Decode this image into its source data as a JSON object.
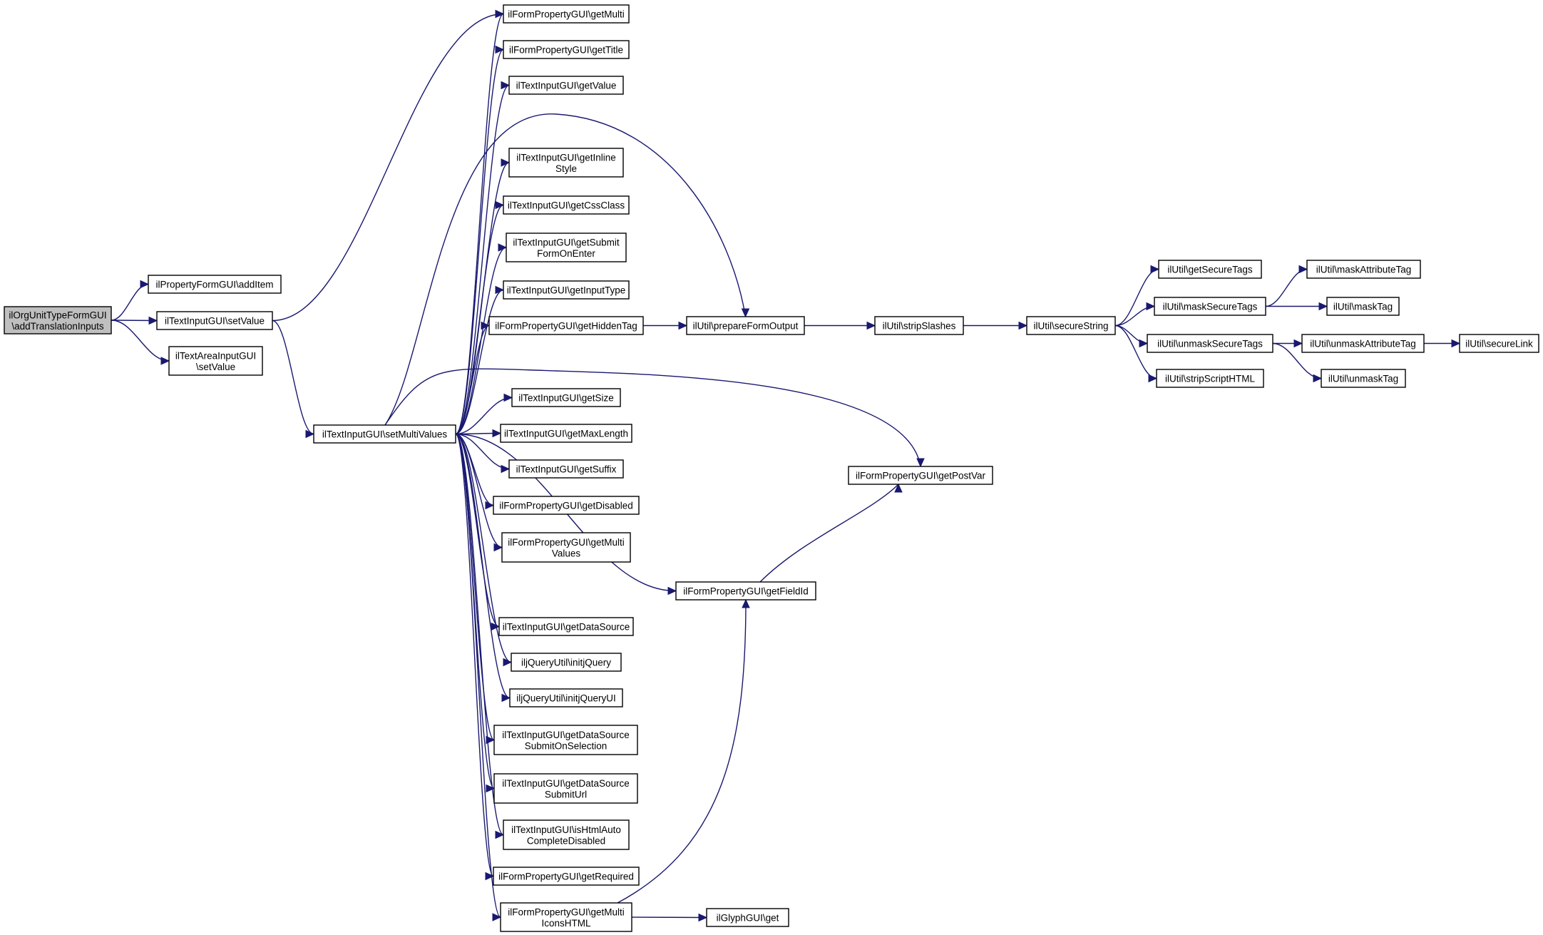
{
  "nodes": [
    {
      "id": "root",
      "lines": [
        "ilOrgUnitTypeFormGUI",
        "\\addTranslationInputs"
      ],
      "root": true
    },
    {
      "id": "addItem",
      "lines": [
        "ilPropertyFormGUI\\addItem"
      ]
    },
    {
      "id": "setValue",
      "lines": [
        "ilTextInputGUI\\setValue"
      ]
    },
    {
      "id": "taSetValue",
      "lines": [
        "ilTextAreaInputGUI",
        "\\setValue"
      ]
    },
    {
      "id": "setMultiValues",
      "lines": [
        "ilTextInputGUI\\setMultiValues"
      ]
    },
    {
      "id": "getMulti",
      "lines": [
        "ilFormPropertyGUI\\getMulti"
      ]
    },
    {
      "id": "getTitle",
      "lines": [
        "ilFormPropertyGUI\\getTitle"
      ]
    },
    {
      "id": "getValue",
      "lines": [
        "ilTextInputGUI\\getValue"
      ]
    },
    {
      "id": "getInlineStyle",
      "lines": [
        "ilTextInputGUI\\getInline",
        "Style"
      ]
    },
    {
      "id": "getCssClass",
      "lines": [
        "ilTextInputGUI\\getCssClass"
      ]
    },
    {
      "id": "getSubmitFormOnEnter",
      "lines": [
        "ilTextInputGUI\\getSubmit",
        "FormOnEnter"
      ]
    },
    {
      "id": "getInputType",
      "lines": [
        "ilTextInputGUI\\getInputType"
      ]
    },
    {
      "id": "getHiddenTag",
      "lines": [
        "ilFormPropertyGUI\\getHiddenTag"
      ]
    },
    {
      "id": "prepareFormOutput",
      "lines": [
        "ilUtil\\prepareFormOutput"
      ]
    },
    {
      "id": "stripSlashes",
      "lines": [
        "ilUtil\\stripSlashes"
      ]
    },
    {
      "id": "secureString",
      "lines": [
        "ilUtil\\secureString"
      ]
    },
    {
      "id": "getSecureTags",
      "lines": [
        "ilUtil\\getSecureTags"
      ]
    },
    {
      "id": "maskSecureTags",
      "lines": [
        "ilUtil\\maskSecureTags"
      ]
    },
    {
      "id": "unmaskSecureTags",
      "lines": [
        "ilUtil\\unmaskSecureTags"
      ]
    },
    {
      "id": "stripScriptHTML",
      "lines": [
        "ilUtil\\stripScriptHTML"
      ]
    },
    {
      "id": "maskAttributeTag",
      "lines": [
        "ilUtil\\maskAttributeTag"
      ]
    },
    {
      "id": "maskTag",
      "lines": [
        "ilUtil\\maskTag"
      ]
    },
    {
      "id": "unmaskAttributeTag",
      "lines": [
        "ilUtil\\unmaskAttributeTag"
      ]
    },
    {
      "id": "unmaskTag",
      "lines": [
        "ilUtil\\unmaskTag"
      ]
    },
    {
      "id": "secureLink",
      "lines": [
        "ilUtil\\secureLink"
      ]
    },
    {
      "id": "getSize",
      "lines": [
        "ilTextInputGUI\\getSize"
      ]
    },
    {
      "id": "getMaxLength",
      "lines": [
        "ilTextInputGUI\\getMaxLength"
      ]
    },
    {
      "id": "getSuffix",
      "lines": [
        "ilTextInputGUI\\getSuffix"
      ]
    },
    {
      "id": "getPostVar",
      "lines": [
        "ilFormPropertyGUI\\getPostVar"
      ]
    },
    {
      "id": "getDisabled",
      "lines": [
        "ilFormPropertyGUI\\getDisabled"
      ]
    },
    {
      "id": "getMultiValues",
      "lines": [
        "ilFormPropertyGUI\\getMulti",
        "Values"
      ]
    },
    {
      "id": "getFieldId",
      "lines": [
        "ilFormPropertyGUI\\getFieldId"
      ]
    },
    {
      "id": "getDataSource",
      "lines": [
        "ilTextInputGUI\\getDataSource"
      ]
    },
    {
      "id": "initjQuery",
      "lines": [
        "iljQueryUtil\\initjQuery"
      ]
    },
    {
      "id": "initjQueryUI",
      "lines": [
        "iljQueryUtil\\initjQueryUI"
      ]
    },
    {
      "id": "getDataSourceSubmitOnSelection",
      "lines": [
        "ilTextInputGUI\\getDataSource",
        "SubmitOnSelection"
      ]
    },
    {
      "id": "getDataSourceSubmitUrl",
      "lines": [
        "ilTextInputGUI\\getDataSource",
        "SubmitUrl"
      ]
    },
    {
      "id": "isHtmlAutoCompleteDisabled",
      "lines": [
        "ilTextInputGUI\\isHtmlAuto",
        "CompleteDisabled"
      ]
    },
    {
      "id": "getRequired",
      "lines": [
        "ilFormPropertyGUI\\getRequired"
      ]
    },
    {
      "id": "getMultiIconsHTML",
      "lines": [
        "ilFormPropertyGUI\\getMulti",
        "IconsHTML"
      ]
    },
    {
      "id": "glyphGet",
      "lines": [
        "ilGlyphGUI\\get"
      ]
    }
  ],
  "edges": [
    [
      "root",
      "addItem"
    ],
    [
      "root",
      "setValue"
    ],
    [
      "root",
      "taSetValue"
    ],
    [
      "setValue",
      "getMulti"
    ],
    [
      "setValue",
      "setMultiValues"
    ],
    [
      "setMultiValues",
      "getMulti"
    ],
    [
      "setMultiValues",
      "getTitle"
    ],
    [
      "setMultiValues",
      "getValue"
    ],
    [
      "setMultiValues",
      "prepareFormOutput"
    ],
    [
      "setMultiValues",
      "getInlineStyle"
    ],
    [
      "setMultiValues",
      "getCssClass"
    ],
    [
      "setMultiValues",
      "getSubmitFormOnEnter"
    ],
    [
      "setMultiValues",
      "getInputType"
    ],
    [
      "setMultiValues",
      "getHiddenTag"
    ],
    [
      "setMultiValues",
      "getPostVar"
    ],
    [
      "setMultiValues",
      "getSize"
    ],
    [
      "setMultiValues",
      "getMaxLength"
    ],
    [
      "setMultiValues",
      "getSuffix"
    ],
    [
      "setMultiValues",
      "getDisabled"
    ],
    [
      "setMultiValues",
      "getMultiValues"
    ],
    [
      "setMultiValues",
      "getFieldId"
    ],
    [
      "setMultiValues",
      "getDataSource"
    ],
    [
      "setMultiValues",
      "initjQuery"
    ],
    [
      "setMultiValues",
      "initjQueryUI"
    ],
    [
      "setMultiValues",
      "getDataSourceSubmitOnSelection"
    ],
    [
      "setMultiValues",
      "getDataSourceSubmitUrl"
    ],
    [
      "setMultiValues",
      "isHtmlAutoCompleteDisabled"
    ],
    [
      "setMultiValues",
      "getRequired"
    ],
    [
      "setMultiValues",
      "getMultiIconsHTML"
    ],
    [
      "getHiddenTag",
      "prepareFormOutput"
    ],
    [
      "prepareFormOutput",
      "stripSlashes"
    ],
    [
      "stripSlashes",
      "secureString"
    ],
    [
      "secureString",
      "getSecureTags"
    ],
    [
      "secureString",
      "maskSecureTags"
    ],
    [
      "secureString",
      "unmaskSecureTags"
    ],
    [
      "secureString",
      "stripScriptHTML"
    ],
    [
      "maskSecureTags",
      "maskAttributeTag"
    ],
    [
      "maskSecureTags",
      "maskTag"
    ],
    [
      "unmaskSecureTags",
      "unmaskAttributeTag"
    ],
    [
      "unmaskSecureTags",
      "unmaskTag"
    ],
    [
      "unmaskAttributeTag",
      "secureLink"
    ],
    [
      "getFieldId",
      "getPostVar"
    ],
    [
      "getMultiIconsHTML",
      "getFieldId"
    ],
    [
      "getMultiIconsHTML",
      "glyphGet"
    ]
  ]
}
